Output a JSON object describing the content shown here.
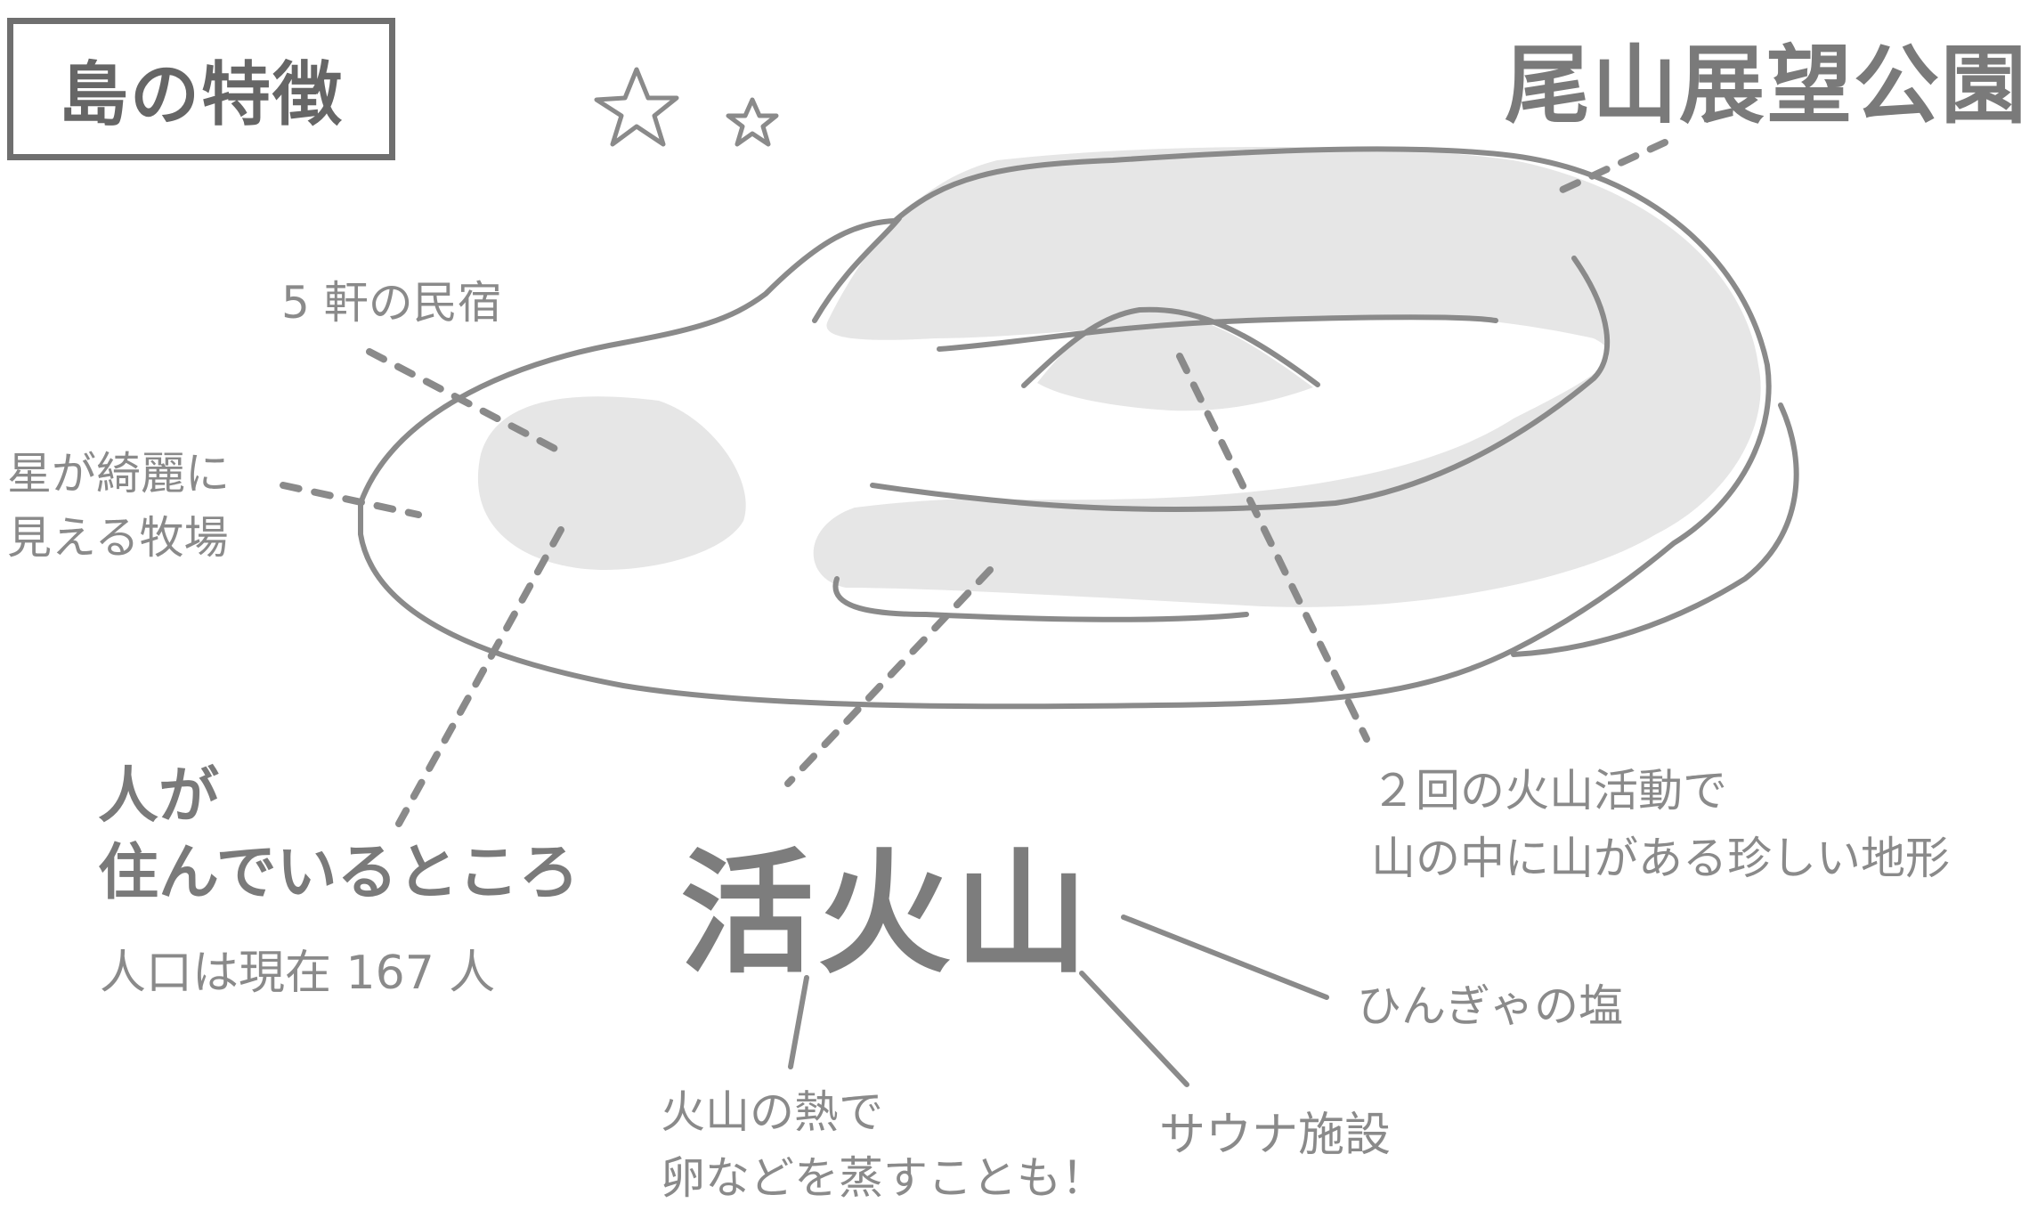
{
  "title": "島の特徴",
  "labels": {
    "park": "尾山展望公園",
    "minshuku": "5 軒の民宿",
    "stars_line1": "星が綺麗に",
    "stars_line2": "見える牧場",
    "people_line1": "人が",
    "people_line2": "住んでいるところ",
    "population": "人口は現在 167 人",
    "volcano": "活火山",
    "terrain_line1": "２回の火山活動で",
    "terrain_line2": "山の中に山がある珍しい地形",
    "salt": "ひんぎゃの塩",
    "sauna": "サウナ施設",
    "eggs_line1": "火山の熱で",
    "eggs_line2": "卵などを蒸すことも！"
  },
  "icons": [
    "star-icon",
    "star-icon"
  ],
  "colors": {
    "line": "#8a8a8a",
    "fill": "#e6e6e6",
    "text": "#8a8a8a",
    "heading": "#666666"
  }
}
